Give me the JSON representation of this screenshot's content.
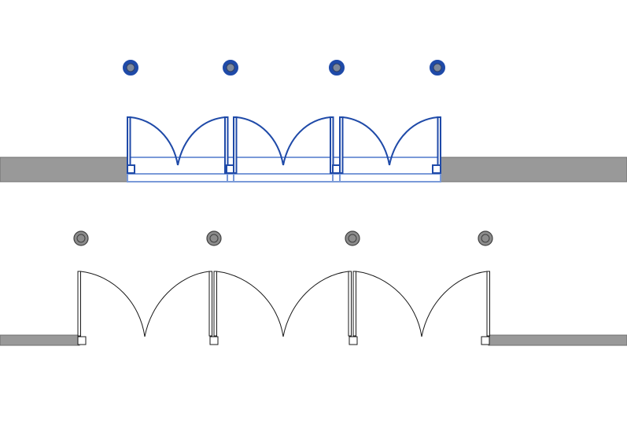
{
  "colors": {
    "background": "#ffffff",
    "wall_fill": "#999999",
    "wall_stroke": "#6e6e6e",
    "selection_line": "#1f4aa8",
    "selection_light": "#7a9ad8",
    "marker_fill_selected": "#7d889b",
    "marker_ring_selected": "#1f4aa8",
    "marker_fill": "#8c8c8c",
    "marker_ring": "#404040",
    "door_line": "#1a1a1a"
  },
  "icons": {
    "selected_marker": "target-marker-icon",
    "marker": "target-marker-icon",
    "door": "double-swing-door-icon"
  },
  "elements": {
    "upper_group": {
      "state": "selected",
      "door_count": 3,
      "marker_count": 4
    },
    "lower_group": {
      "state": "unselected",
      "door_count": 3,
      "marker_count": 4
    }
  }
}
